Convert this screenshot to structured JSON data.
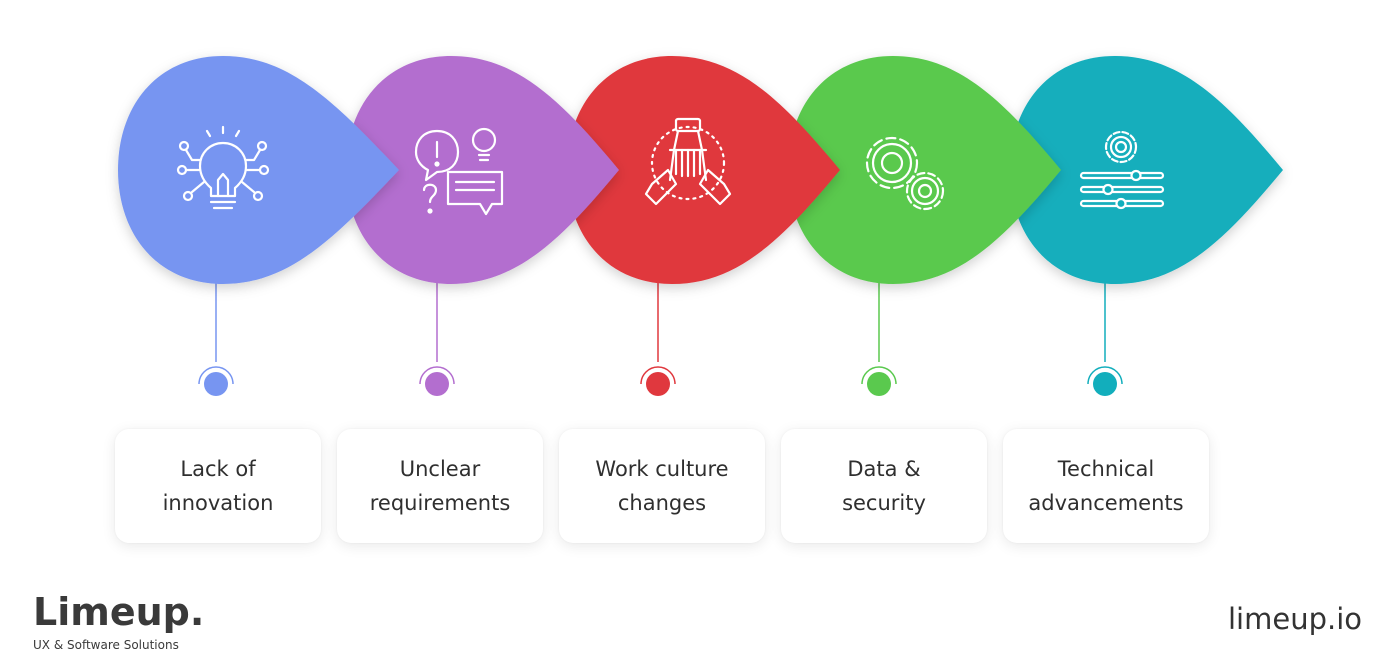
{
  "steps": [
    {
      "line1": "Lack of",
      "line2": "innovation",
      "color": "#7795F1",
      "icon": "lightbulb-network-icon"
    },
    {
      "line1": "Unclear",
      "line2": "requirements",
      "color": "#B36ECF",
      "icon": "question-idea-chat-icon"
    },
    {
      "line1": "Work culture",
      "line2": "changes",
      "color": "#E0383E",
      "icon": "teamwork-hands-icon"
    },
    {
      "line1": "Data &",
      "line2": "security",
      "color": "#5AC94E",
      "icon": "gears-icon"
    },
    {
      "line1": "Technical",
      "line2": "advancements",
      "color": "#12AEBC",
      "icon": "gear-sliders-icon"
    }
  ],
  "brand": {
    "name": "Limeup.",
    "tagline": "UX & Software Solutions",
    "site": "limeup.io"
  }
}
